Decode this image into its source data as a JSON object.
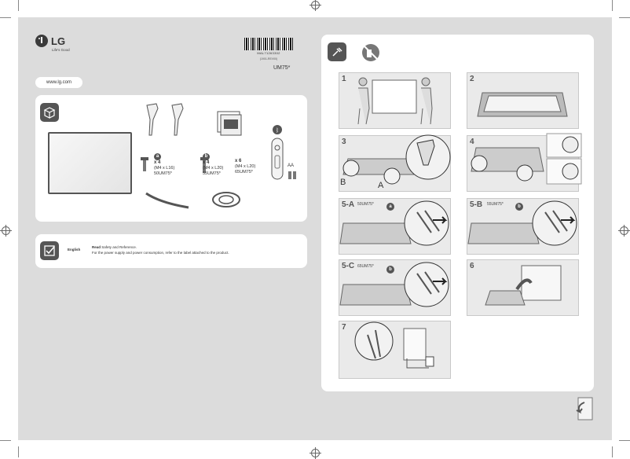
{
  "brand": {
    "name": "LG",
    "tagline": "Life's Good"
  },
  "barcode": {
    "number": "MAL71263302",
    "sub": "(1901-REV00)"
  },
  "model_top": "UM75*",
  "website": "www.lg.com",
  "accessories": {
    "screws": [
      {
        "badge": "a",
        "qty": "x 4",
        "spec": "(M4 x L16)",
        "model": "50UM75*"
      },
      {
        "badge": "b",
        "qty": "x 4",
        "spec": "(M4 x L20)",
        "model": "55UM75*"
      },
      {
        "badge": "",
        "qty": "x 6",
        "spec": "(M4 x L20)",
        "model": "65UM75*"
      }
    ],
    "battery_label": "AA"
  },
  "safety": {
    "language": "English",
    "title_bold": "Read",
    "title_rest": " Safety and Reference.",
    "body": "For the power supply and power consumption, refer to the label attached to the product."
  },
  "steps": [
    {
      "num": "1",
      "model": "",
      "badge": ""
    },
    {
      "num": "2",
      "model": "",
      "badge": ""
    },
    {
      "num": "3",
      "model": "",
      "badge": ""
    },
    {
      "num": "4",
      "model": "",
      "badge": ""
    },
    {
      "num": "5-A",
      "model": "50UM75*",
      "badge": "a"
    },
    {
      "num": "5-B",
      "model": "55UM75*",
      "badge": "b"
    },
    {
      "num": "5-C",
      "model": "65UM75*",
      "badge": "b"
    },
    {
      "num": "6",
      "model": "",
      "badge": ""
    },
    {
      "num": "7",
      "model": "",
      "badge": ""
    }
  ],
  "step3_letters": {
    "left": "B",
    "right": "A"
  }
}
